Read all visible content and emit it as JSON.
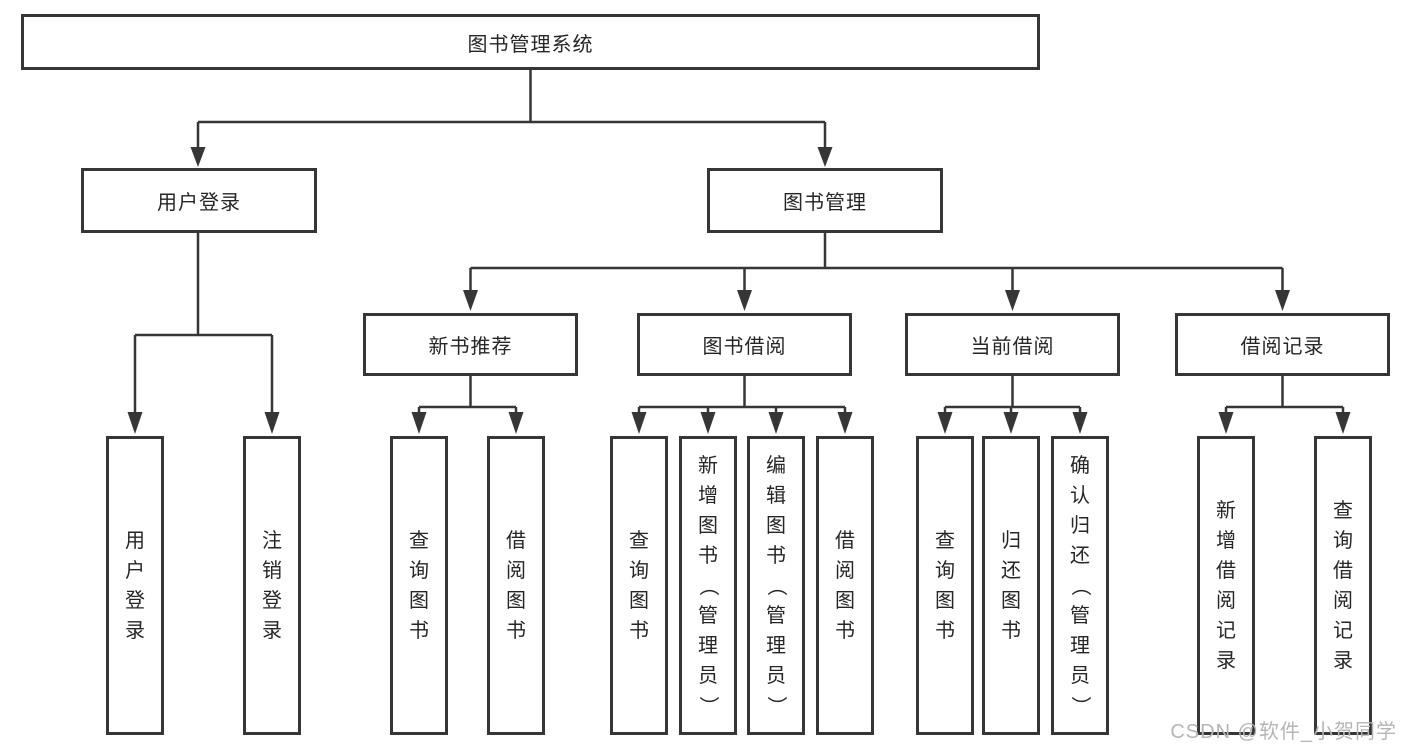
{
  "tree": {
    "label": "图书管理系统",
    "children": [
      {
        "label": "用户登录",
        "children": [
          {
            "label": "用户登录"
          },
          {
            "label": "注销登录"
          }
        ]
      },
      {
        "label": "图书管理",
        "children": [
          {
            "label": "新书推荐",
            "children": [
              {
                "label": "查询图书"
              },
              {
                "label": "借阅图书"
              }
            ]
          },
          {
            "label": "图书借阅",
            "children": [
              {
                "label": "查询图书"
              },
              {
                "label": "新增图书（管理员）"
              },
              {
                "label": "编辑图书（管理员）"
              },
              {
                "label": "借阅图书"
              }
            ]
          },
          {
            "label": "当前借阅",
            "children": [
              {
                "label": "查询图书"
              },
              {
                "label": "归还图书"
              },
              {
                "label": "确认归还（管理员）"
              }
            ]
          },
          {
            "label": "借阅记录",
            "children": [
              {
                "label": "新增借阅记录"
              },
              {
                "label": "查询借阅记录"
              }
            ]
          }
        ]
      }
    ]
  },
  "watermark": "CSDN @软件_小贺同学",
  "colors": {
    "line": "#363636",
    "text": "#262626",
    "watermark": "#b5b5b5",
    "background": "#ffffff"
  }
}
